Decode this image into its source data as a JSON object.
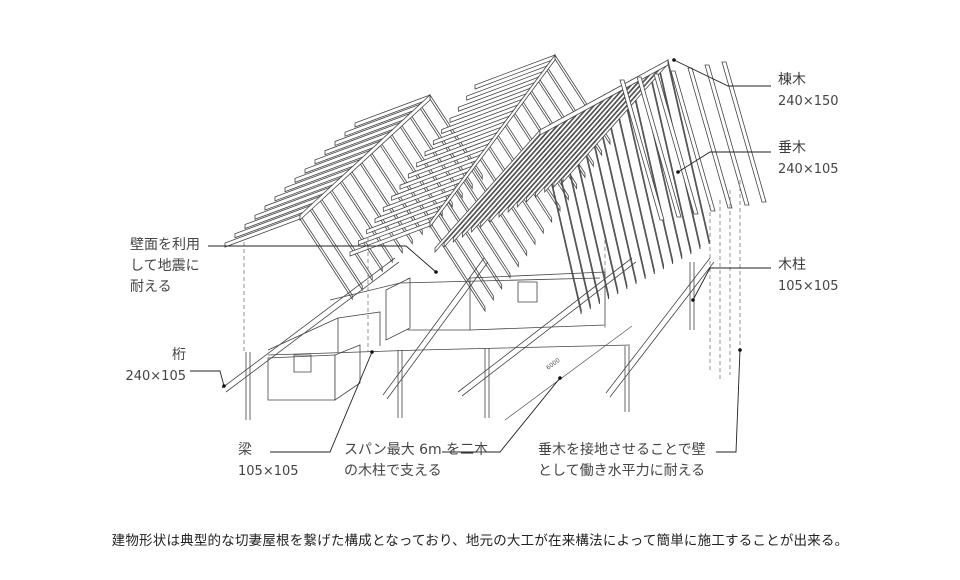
{
  "labels": {
    "munagi": {
      "name": "棟木",
      "size": "240×150"
    },
    "taruki": {
      "name": "垂木",
      "size": "240×105"
    },
    "mokuchu": {
      "name": "木柱",
      "size": "105×105"
    },
    "keta": {
      "name": "桁",
      "size": "240×105"
    },
    "hari": {
      "name": "梁",
      "size": "105×105"
    },
    "wall_note": {
      "line1": "壁面を利用",
      "line2": "して地震に",
      "line3": "耐える"
    },
    "span_note": {
      "line1": "スパン最大 6m を二本",
      "line2": "の木柱で支える"
    },
    "rafter_note": {
      "line1": "垂木を接地させることで壁",
      "line2": "として働き水平力に耐える"
    },
    "dimension": "6000"
  },
  "caption": "建物形状は典型的な切妻屋根を繋げた構成となっており、地元の大工が在来構法によって簡単に施工することが出来る。"
}
